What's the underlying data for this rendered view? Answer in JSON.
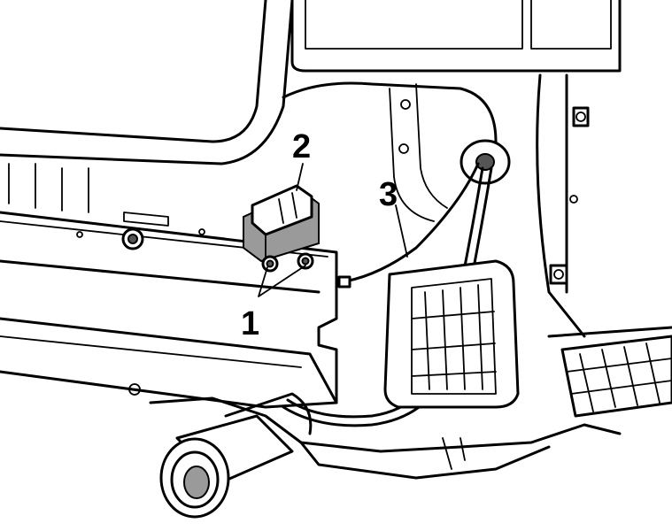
{
  "callouts": {
    "label_1": "1",
    "label_2": "2",
    "label_3": "3"
  },
  "colors": {
    "line": "#000000",
    "background": "#ffffff",
    "part_shade": "#9a9a9a"
  }
}
